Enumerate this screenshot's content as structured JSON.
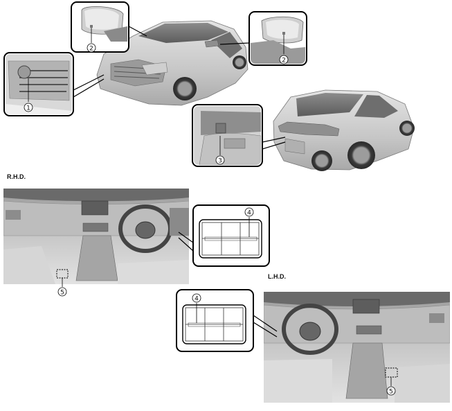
{
  "labels": {
    "rhd": "R.H.D.",
    "lhd": "L.H.D."
  },
  "callouts": {
    "c1": "1",
    "c2a": "2",
    "c2b": "2",
    "c3": "3",
    "c4a": "4",
    "c4b": "4",
    "c5a": "5",
    "c5b": "5"
  }
}
